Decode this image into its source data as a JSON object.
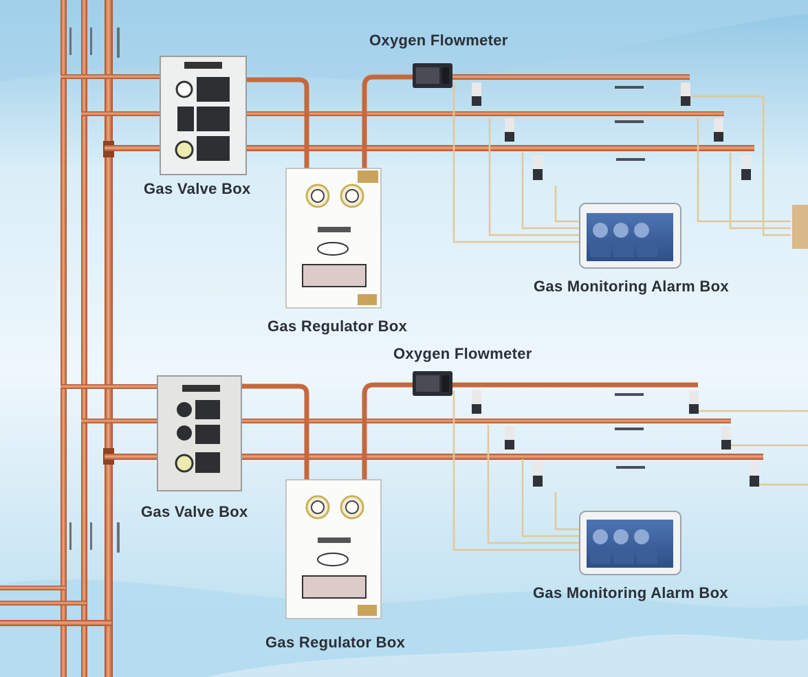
{
  "colors": {
    "sky_top": "#9ccfe8",
    "sky_mid": "#e6f3fa",
    "sky_bottom": "#a9d4ec",
    "copper": "#c5683e",
    "copper_light": "#e79b72",
    "wire": "#e2c79a",
    "label": "#2c2f36"
  },
  "icons": {
    "valve_box": "gas-valve-box-icon",
    "regulator_box": "gas-regulator-box-icon",
    "flowmeter": "oxygen-flowmeter-icon",
    "alarm": "gas-monitoring-alarm-icon",
    "gauge": "pressure-gauge-icon",
    "sensor": "gas-sensor-icon"
  },
  "units": [
    {
      "flowmeter_label": "Oxygen Flowmeter",
      "valve_box_label": "Gas Valve Box",
      "regulator_box_label": "Gas Regulator Box",
      "alarm_box_label": "Gas Monitoring Alarm Box"
    },
    {
      "flowmeter_label": "Oxygen Flowmeter",
      "valve_box_label": "Gas Valve Box",
      "regulator_box_label": "Gas Regulator Box",
      "alarm_box_label": "Gas Monitoring Alarm Box"
    }
  ]
}
